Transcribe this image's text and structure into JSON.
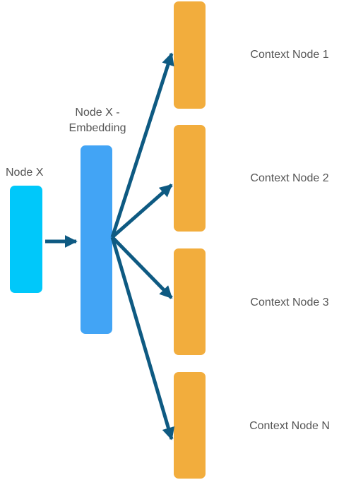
{
  "node_x": {
    "label": "Node X",
    "color": "#00C8FA"
  },
  "embedding": {
    "label_line1": "Node X -",
    "label_line2": "Embedding",
    "color": "#42A4F5"
  },
  "context_nodes": {
    "color": "#F2AD3D",
    "items": [
      {
        "label": "Context Node 1"
      },
      {
        "label": "Context Node 2"
      },
      {
        "label": "Context Node 3"
      },
      {
        "label": "Context Node N"
      }
    ]
  },
  "arrow_color": "#0E5A82"
}
